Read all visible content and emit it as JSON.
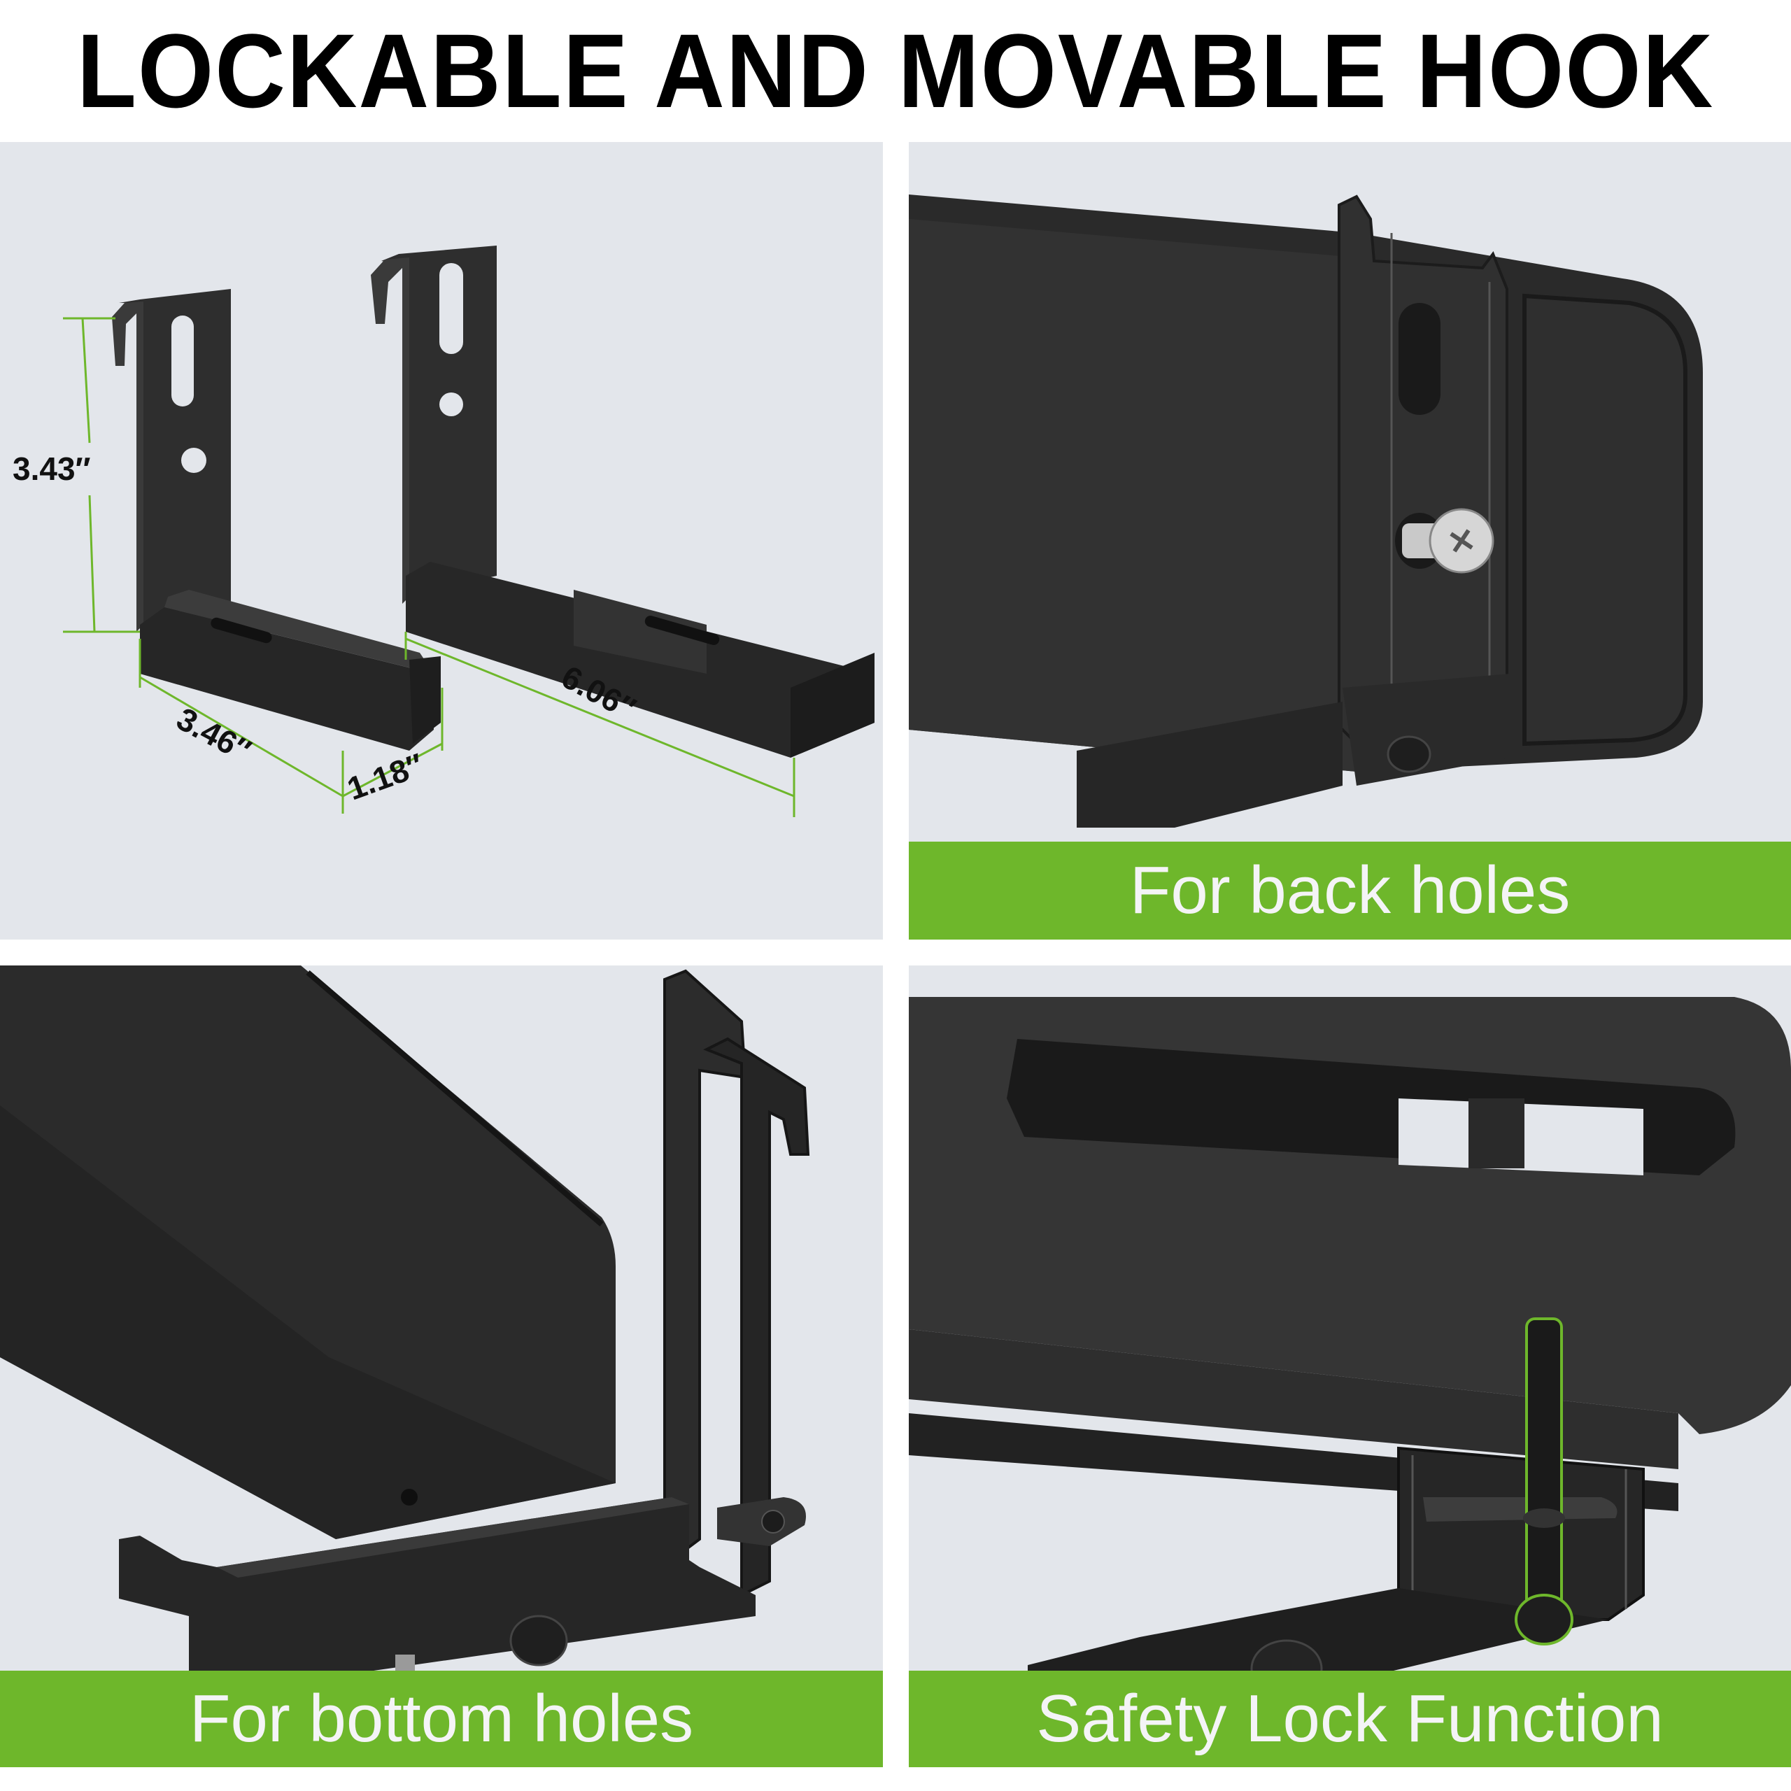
{
  "title": "LOCKABLE AND MOVABLE HOOK",
  "colors": {
    "panel_bg": "#e3e6eb",
    "caption_bg": "#6eb72b",
    "caption_text": "#f4f4f6",
    "dimension_line": "#6eb72b",
    "bracket": "#2b2b2b"
  },
  "panels": [
    {
      "id": "dimensions",
      "caption": null,
      "dimensions": {
        "height": "3.43″",
        "short_length": "3.46″",
        "width": "1.18″",
        "extended_length": "6.06″"
      }
    },
    {
      "id": "back-holes",
      "caption": "For back holes"
    },
    {
      "id": "bottom-holes",
      "caption": "For bottom holes"
    },
    {
      "id": "safety-lock",
      "caption": "Safety Lock Function"
    }
  ]
}
